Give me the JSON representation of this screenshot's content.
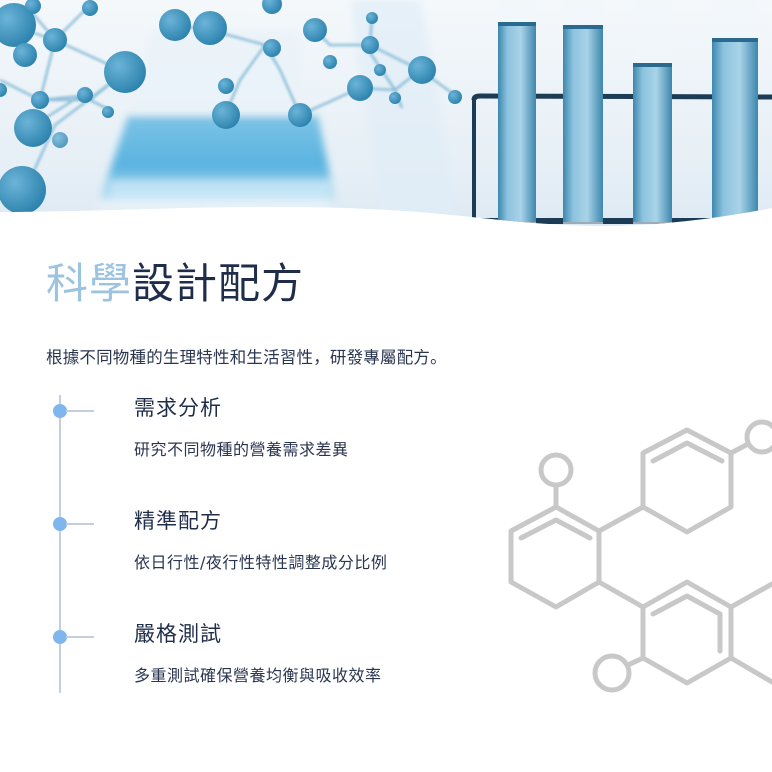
{
  "hero": {
    "image_description": "laboratory glassware with blue liquid and molecular models"
  },
  "title": {
    "highlight": "科學",
    "rest": "設計配方"
  },
  "intro": "根據不同物種的生理特性和生活習性，研發專屬配方。",
  "steps": [
    {
      "title": "需求分析",
      "description": "研究不同物種的營養需求差異"
    },
    {
      "title": "精準配方",
      "description": "依日行性/夜行性特性調整成分比例"
    },
    {
      "title": "嚴格測試",
      "description": "多重測試確保營養均衡與吸收效率"
    }
  ],
  "colors": {
    "title_highlight": "#9cc3e0",
    "title_dark": "#1f2d4a",
    "timeline_dot": "#7fb6ee",
    "timeline_line": "#c3cfdc",
    "molecule_stroke": "#c8c8c8"
  }
}
